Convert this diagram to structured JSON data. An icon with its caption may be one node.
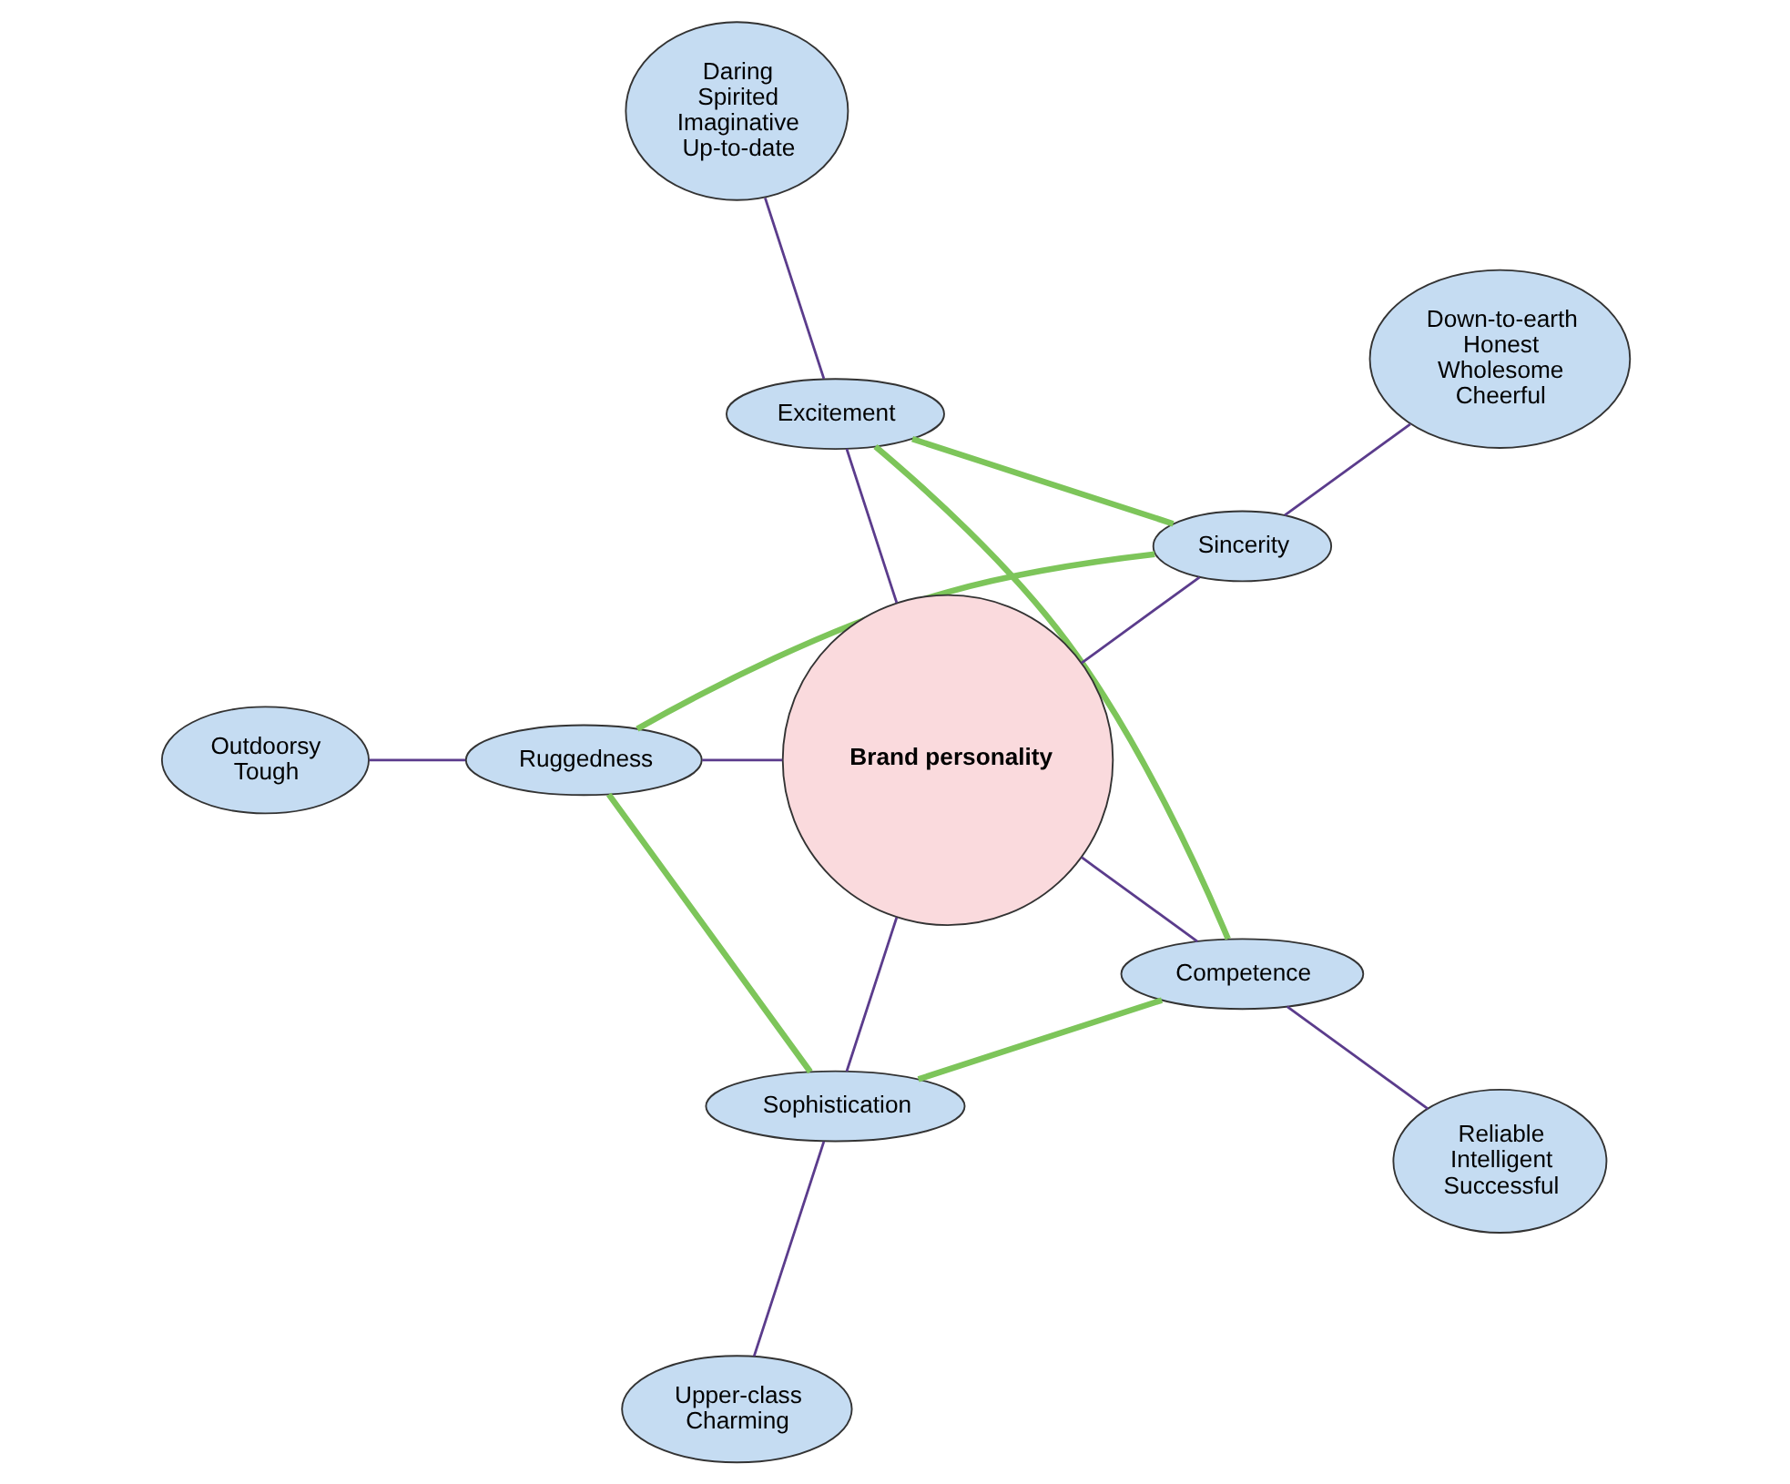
{
  "diagram": {
    "nodes": [
      {
        "text": [
          "Down-to-earth",
          "Honest",
          "Wholesome",
          "Cheerful"
        ]
      },
      {
        "text": [
          "Outdoorsy",
          "Tough"
        ]
      },
      {
        "text": [
          "Sincerity"
        ]
      },
      {
        "text": [
          "Daring",
          "Spirited",
          "Imaginative",
          "Up-to-date"
        ]
      },
      {
        "text": [
          "Excitement"
        ]
      },
      {
        "text": [
          "Ruggedness"
        ]
      },
      {
        "text": [
          "Brand personality"
        ]
      },
      {
        "text": [
          "Sophistication"
        ]
      },
      {
        "text": [
          "Competence"
        ]
      },
      {
        "text": [
          "Upper-class",
          "Charming"
        ]
      },
      {
        "text": [
          "Reliable",
          "Intelligent",
          "Successful"
        ]
      }
    ],
    "edges": [
      {
        "from": 6,
        "to": 2,
        "arrow": "none"
      },
      {
        "from": 6,
        "to": 4,
        "arrow": "none"
      },
      {
        "from": 6,
        "to": 8,
        "arrow": "none"
      },
      {
        "from": 6,
        "to": 7,
        "arrow": "none"
      },
      {
        "from": 6,
        "to": 5,
        "arrow": "none"
      },
      {
        "from": 2,
        "to": 0,
        "arrow": "none"
      },
      {
        "from": 4,
        "to": 3,
        "arrow": "none"
      },
      {
        "from": 8,
        "to": 10,
        "arrow": "none"
      },
      {
        "from": 7,
        "to": 9,
        "arrow": "none"
      },
      {
        "from": 5,
        "to": 1,
        "arrow": "none"
      },
      {
        "from": 2,
        "to": 4,
        "arrow": "none",
        "style": "thick",
        "color": "#7dc55a"
      },
      {
        "from": 4,
        "to": 8,
        "arrow": "none",
        "style": "thick",
        "color": "#7dc55a"
      },
      {
        "from": 8,
        "to": 7,
        "arrow": "none",
        "style": "thick",
        "color": "#7dc55a"
      },
      {
        "from": 7,
        "to": 5,
        "arrow": "none",
        "style": "thick",
        "color": "#7dc55a"
      },
      {
        "from": 5,
        "to": 2,
        "arrow": "none",
        "style": "thick",
        "color": "#7dc55a"
      }
    ]
  }
}
